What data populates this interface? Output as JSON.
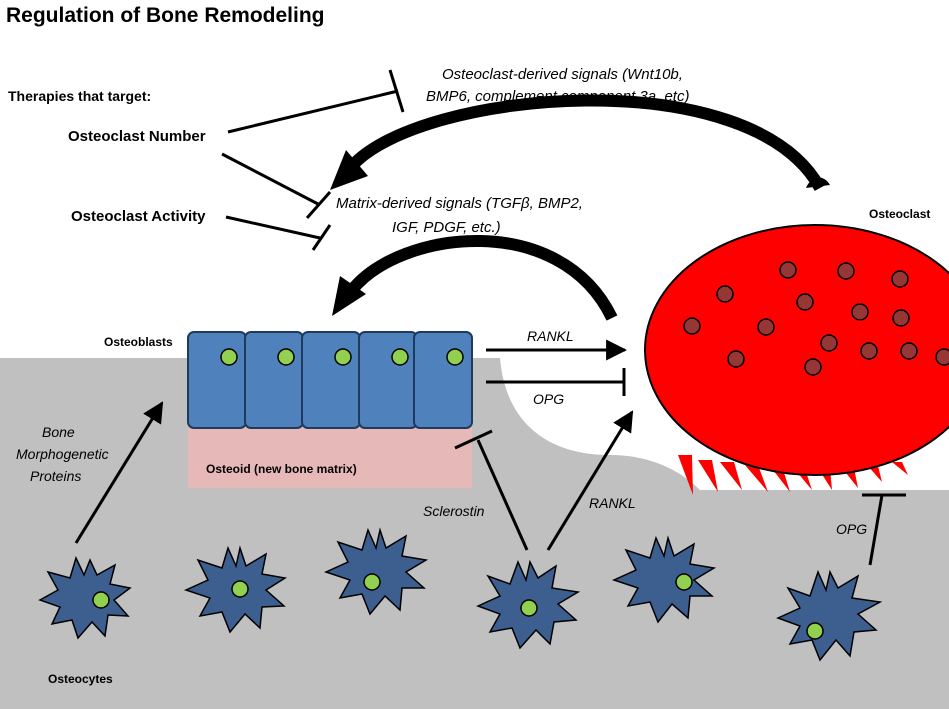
{
  "title": "Regulation of Bone Remodeling",
  "therapies": {
    "heading": "Therapies that target:",
    "number": "Osteoclast Number",
    "activity": "Osteoclast Activity"
  },
  "signals": {
    "osteoclast_line1": "Osteoclast-derived signals (Wnt10b,",
    "osteoclast_line2": "BMP6, complement component 3a, etc)",
    "matrix_line1": "Matrix-derived signals (TGFβ, BMP2,",
    "matrix_line2": "IGF, PDGF, etc.)"
  },
  "cells": {
    "osteoclast": "Osteoclast",
    "osteoblasts": "Osteoblasts",
    "osteoid": "Osteoid (new bone matrix)",
    "osteocytes": "Osteocytes"
  },
  "factors": {
    "rankl_top": "RANKL",
    "opg_mid": "OPG",
    "rankl_low": "RANKL",
    "sclerostin": "Sclerostin",
    "opg_right": "OPG",
    "bmp_line1": "Bone",
    "bmp_line2": "Morphogenetic",
    "bmp_line3": "Proteins"
  },
  "colors": {
    "bone": "#c0c0c0",
    "osteoblast": "#4f81bd",
    "osteoid": "#e6b8b7",
    "osteoclast": "#ff0000",
    "osteocyte": "#3c5f8f",
    "nucleus_green": "#92d050",
    "nucleus_dark": "#953735"
  }
}
